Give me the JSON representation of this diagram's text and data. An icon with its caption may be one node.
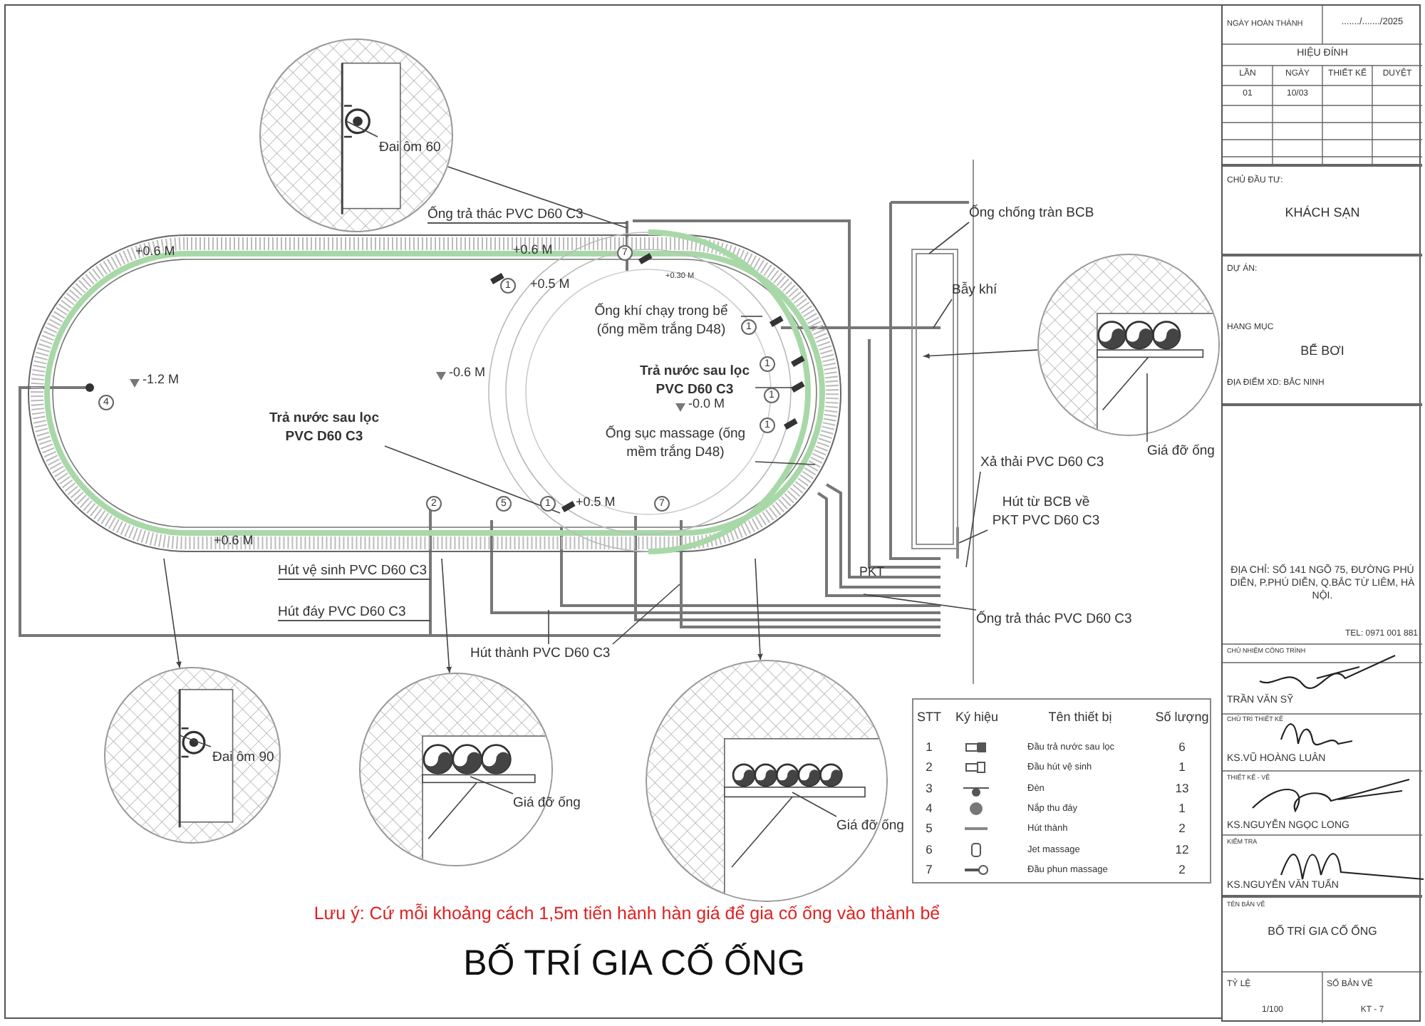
{
  "diagram": {
    "title": "BỐ TRÍ GIA CỐ ỐNG",
    "nodes": [
      {
        "text": [],
        "shape": "picture"
      },
      {
        "text": [],
        "shape": "circle"
      },
      {
        "text": [
          "Đai ôm 60"
        ],
        "in": 1
      },
      {
        "text": [],
        "shape": "circle"
      },
      {
        "text": [
          "Giá đỡ ống"
        ]
      },
      {
        "text": [],
        "shape": "circle"
      },
      {
        "text": [
          "Đai ôm 90"
        ],
        "in": 5
      },
      {
        "text": [],
        "shape": "circle"
      },
      {
        "text": [
          "Giá đỡ ống"
        ]
      },
      {
        "text": [],
        "shape": "circle"
      },
      {
        "text": [
          "Giá đỡ ống"
        ]
      },
      {
        "text": [
          "Ống khí chạy trong bể (ống mềm trắng D48)"
        ],
        "in": 0
      },
      {
        "text": [
          "Trả nước sau lọc PVC D60 C3"
        ],
        "in": 0
      },
      {
        "text": [
          "Ống sục massage (ống mềm trắng D48)"
        ],
        "in": 0
      },
      {
        "text": [
          "Trả nước sau lọc PVC D60 C3"
        ],
        "in": 0
      },
      {
        "text": [
          "Ống chống tràn BCB"
        ]
      },
      {
        "text": [
          "Bẫy khí"
        ]
      },
      {
        "text": [
          "Xả thải PVC D60 C3"
        ]
      },
      {
        "text": [
          "Hút từ BCB về PKT PVC D60 C3"
        ]
      },
      {
        "text": [
          "Hút thành PVC D60 C3"
        ]
      },
      {
        "text": [
          "Ống trả thác PVC D60 C3"
        ]
      }
    ],
    "edges": [
      {
        "from": 1,
        "to": 0,
        "arrow": "none"
      },
      {
        "from": 3,
        "to": null,
        "arrow": "to"
      },
      {
        "from": 0,
        "to": 5,
        "arrow": "to"
      },
      {
        "from": 0,
        "to": 7,
        "arrow": "to"
      },
      {
        "from": 0,
        "to": 9,
        "arrow": "to"
      },
      {
        "from": 2,
        "to": null,
        "arrow": "none"
      },
      {
        "from": 4,
        "to": 3,
        "arrow": "none"
      },
      {
        "from": 6,
        "to": null,
        "arrow": "none"
      },
      {
        "from": 8,
        "to": 7,
        "arrow": "none"
      },
      {
        "from": 10,
        "to": 9,
        "arrow": "none"
      },
      {
        "from": 11,
        "to": 0,
        "arrow": "none"
      },
      {
        "from": 12,
        "to": 0,
        "arrow": "none"
      },
      {
        "from": 13,
        "to": 0,
        "arrow": "none"
      },
      {
        "from": 14,
        "to": 0,
        "arrow": "none"
      },
      {
        "from": 15,
        "to": null,
        "arrow": "none"
      },
      {
        "from": 16,
        "to": null,
        "arrow": "none"
      },
      {
        "from": 17,
        "to": null,
        "arrow": "none"
      },
      {
        "from": 18,
        "to": null,
        "arrow": "none"
      },
      {
        "from": 19,
        "to": null,
        "arrow": "none"
      },
      {
        "from": 19,
        "to": null,
        "arrow": "none"
      },
      {
        "from": 20,
        "to": null,
        "arrow": "none"
      }
    ],
    "labels": [
      "+0.6 M",
      "+0.6 M",
      "7",
      "1",
      "+0.5 M",
      "+0.30 M",
      "1",
      "-1.2 M",
      "-0.6 M",
      "4",
      "1",
      "1",
      "-0.0 M",
      "1",
      "2",
      "5",
      "1",
      "+0.5 M",
      "7",
      "+0.6 M",
      "PKT",
      "Ống trả thác PVC D60 C3",
      "Hút vệ sinh PVC D60 C3",
      "Hút đáy PVC D60 C3",
      "STT",
      "Ký hiệu",
      "Tên thiết bị",
      "Số lượng",
      "1",
      "Đầu trả nước sau lọc",
      "6",
      "2",
      "Đầu hút vệ sinh",
      "1",
      "3",
      "Đèn",
      "13",
      "4",
      "Nắp thu đáy",
      "1",
      "5",
      "Hút thành",
      "2",
      "6",
      "Jet massage",
      "12",
      "7",
      "Đầu phun massage",
      "2",
      "Lưu ý: Cứ mỗi khoảng cách 1,5m tiến hành hàn giá để gia cố ống vào thành bể",
      "NGÀY HOÀN THÀNH",
      "......./......./2025",
      "HIỆU ĐÍNH",
      "LẦN",
      "NGÀY",
      "THIẾT KẾ",
      "DUYỆT",
      "01",
      "10/03",
      "CHỦ ĐẦU TƯ:",
      "KHÁCH SẠN",
      "DỰ ÁN:",
      "HẠNG MỤC",
      "BỂ BƠI",
      "ĐỊA ĐIỂM XD: BẮC NINH",
      "ĐỊA CHỈ: SỐ 141 NGÕ 75, ĐƯỜNG PHÚ DIỄN, P.PHÚ DIỄN, Q.BẮC TỪ LIÊM, HÀ NỘI.",
      "TEL: 0971 001 881",
      "CHỦ NHIỆM CÔNG TRÌNH",
      "TRẦN VĂN SỸ",
      "CHỦ TRÌ THIẾT KẾ",
      "KS.VŨ HOÀNG LUÂN",
      "THIẾT KẾ - VẼ",
      "KS.NGUYỄN NGỌC LONG",
      "KIỂM TRA",
      "KS.NGUYỄN VĂN TUẤN",
      "TÊN BẢN VẼ",
      "BỐ TRÍ GIA CỐ ỐNG",
      "TỶ LỆ",
      "SỐ BẢN VẼ",
      "1/100",
      "KT - 7"
    ]
  }
}
